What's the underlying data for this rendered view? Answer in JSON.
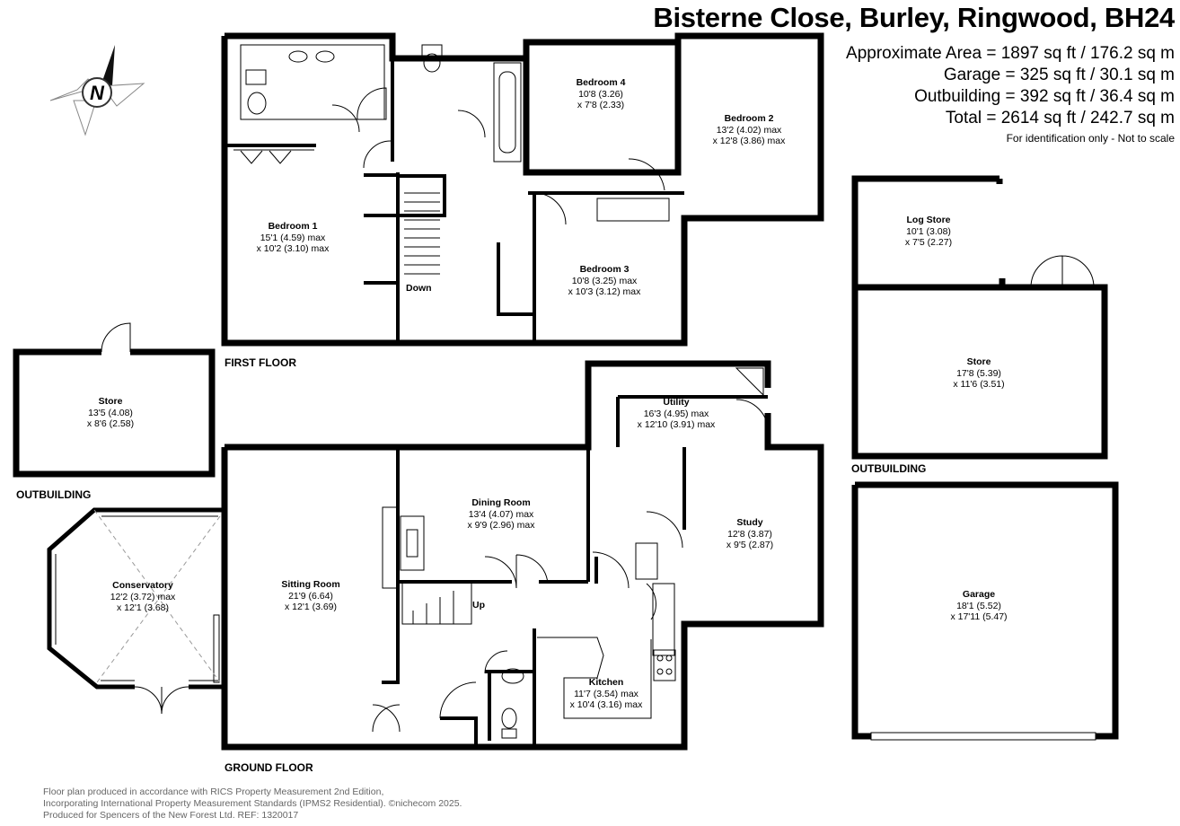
{
  "header": {
    "title": "Bisterne Close, Burley, Ringwood, BH24",
    "approximate_area": "Approximate Area = 1897 sq ft / 176.2 sq m",
    "garage": "Garage = 325 sq ft / 30.1 sq m",
    "outbuilding": "Outbuilding = 392 sq ft / 36.4 sq m",
    "total": "Total = 2614 sq ft / 242.7 sq m",
    "note": "For identification only - Not to scale"
  },
  "compass": {
    "letter": "N",
    "icon": "compass-rose-icon"
  },
  "floors": {
    "first": "FIRST FLOOR",
    "ground": "GROUND FLOOR",
    "outbuilding_left": "OUTBUILDING",
    "outbuilding_right": "OUTBUILDING"
  },
  "rooms": {
    "bedroom4": {
      "name": "Bedroom 4",
      "dim1": "10'8 (3.26)",
      "dim2": "x 7'8 (2.33)"
    },
    "bedroom2": {
      "name": "Bedroom 2",
      "dim1": "13'2 (4.02) max",
      "dim2": "x 12'8 (3.86) max"
    },
    "bedroom1": {
      "name": "Bedroom 1",
      "dim1": "15'1 (4.59) max",
      "dim2": "x 10'2 (3.10) max"
    },
    "bedroom3": {
      "name": "Bedroom 3",
      "dim1": "10'8 (3.25) max",
      "dim2": "x 10'3 (3.12) max"
    },
    "store_left": {
      "name": "Store",
      "dim1": "13'5 (4.08)",
      "dim2": "x 8'6 (2.58)"
    },
    "utility": {
      "name": "Utility",
      "dim1": "16'3 (4.95) max",
      "dim2": "x 12'10 (3.91) max"
    },
    "dining": {
      "name": "Dining Room",
      "dim1": "13'4 (4.07) max",
      "dim2": "x 9'9 (2.96) max"
    },
    "study": {
      "name": "Study",
      "dim1": "12'8 (3.87)",
      "dim2": "x 9'5 (2.87)"
    },
    "conservatory": {
      "name": "Conservatory",
      "dim1": "12'2 (3.72) max",
      "dim2": "x 12'1 (3.68)"
    },
    "sitting": {
      "name": "Sitting Room",
      "dim1": "21'9 (6.64)",
      "dim2": "x 12'1 (3.69)"
    },
    "kitchen": {
      "name": "Kitchen",
      "dim1": "11'7 (3.54) max",
      "dim2": "x 10'4 (3.16) max"
    },
    "logstore": {
      "name": "Log Store",
      "dim1": "10'1 (3.08)",
      "dim2": "x 7'5 (2.27)"
    },
    "store_right": {
      "name": "Store",
      "dim1": "17'8 (5.39)",
      "dim2": "x 11'6 (3.51)"
    },
    "garage": {
      "name": "Garage",
      "dim1": "18'1 (5.52)",
      "dim2": "x 17'11 (5.47)"
    }
  },
  "stairs": {
    "down": "Down",
    "up": "Up"
  },
  "footer": {
    "line1": "Floor plan produced in accordance with RICS Property Measurement 2nd Edition,",
    "line2": "Incorporating International Property Measurement Standards (IPMS2 Residential).  ©nichecom 2025.",
    "line3": "Produced for Spencers of the New Forest Ltd.   REF:  1320017"
  }
}
